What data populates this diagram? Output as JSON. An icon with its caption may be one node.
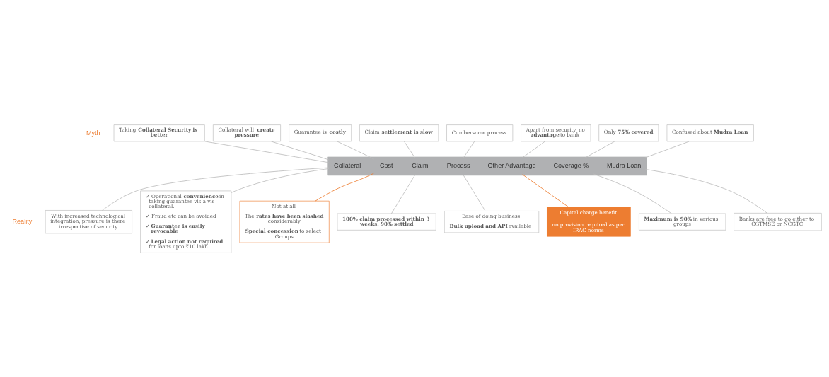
{
  "diagram": {
    "nodes": [
      {
        "text": [
          "Taking **Collateral Security is better**"
        ]
      },
      {
        "text": [
          "Collateral will **create pressure**"
        ]
      },
      {
        "text": [
          "Guarantee is **costly**"
        ]
      },
      {
        "text": [
          "Claim **settlement is slow**"
        ]
      },
      {
        "text": [
          "Cumbersome process"
        ]
      },
      {
        "text": [
          "Apart from security, no **advantage** to bank"
        ]
      },
      {
        "text": [
          "Only **75% covered**"
        ]
      },
      {
        "text": [
          "Confused about **Mudra Loan**"
        ]
      },
      {
        "text": [],
        "shape": "bar"
      },
      {
        "text": [
          "Collateral"
        ],
        "in": 8
      },
      {
        "text": [
          "Cost"
        ],
        "in": 8
      },
      {
        "text": [
          "Claim"
        ],
        "in": 8
      },
      {
        "text": [
          "Process"
        ],
        "in": 8
      },
      {
        "text": [
          "Other Advantage"
        ],
        "in": 8
      },
      {
        "text": [
          "Coverage %"
        ],
        "in": 8
      },
      {
        "text": [
          "Mudra Loan"
        ],
        "in": 8
      },
      {
        "text": [
          "With increased technological integration, pressure is there irrespective of security"
        ]
      },
      {
        "text": [
          "✓ Operational **convenience** in taking guarantee vis a vis collateral.",
          "✓ Fraud etc can be avoided",
          "✓ **Guarantee is easily revocable**",
          "✓ **Legal action not required** for loans upto ₹10 lakh"
        ]
      },
      {
        "text": [
          "Not at all",
          "The **rates have been slashed** considerably",
          "**Special concession** to select Groups"
        ]
      },
      {
        "text": [
          "Ease of doing business",
          "**Bulk upload and API** available"
        ]
      },
      {
        "text": [
          "**100% claim processed within 3 weeks. 90% settled**"
        ]
      },
      {
        "text": [
          "Capital charge benefit",
          "no provision required as per IRAC norms"
        ]
      },
      {
        "text": [
          "**Maximum is 90%** in various groups"
        ]
      },
      {
        "text": [
          "Banks are free to go either to CGTMSE or NCGTC"
        ]
      }
    ],
    "edges": [
      {
        "from": 0,
        "to": 9,
        "arrow": "none"
      },
      {
        "from": 9,
        "to": 17,
        "arrow": "none"
      },
      {
        "from": 1,
        "to": 9,
        "arrow": "none"
      },
      {
        "from": 9,
        "to": 16,
        "arrow": "none"
      },
      {
        "from": 2,
        "to": 10,
        "arrow": "none"
      },
      {
        "from": 10,
        "to": 18,
        "arrow": "none",
        "color": "#ed7d31"
      },
      {
        "from": 3,
        "to": 11,
        "arrow": "none"
      },
      {
        "from": 11,
        "to": 20,
        "arrow": "none"
      },
      {
        "from": 4,
        "to": 12,
        "arrow": "none"
      },
      {
        "from": 12,
        "to": 19,
        "arrow": "none"
      },
      {
        "from": 5,
        "to": 13,
        "arrow": "none"
      },
      {
        "from": 13,
        "to": 21,
        "arrow": "none",
        "color": "#ed7d31"
      },
      {
        "from": 6,
        "to": 14,
        "arrow": "none"
      },
      {
        "from": 14,
        "to": 22,
        "arrow": "none"
      },
      {
        "from": 7,
        "to": 15,
        "arrow": "none"
      },
      {
        "from": 15,
        "to": 23,
        "arrow": "none"
      }
    ],
    "labels": [
      "Myth",
      "Reality"
    ]
  }
}
